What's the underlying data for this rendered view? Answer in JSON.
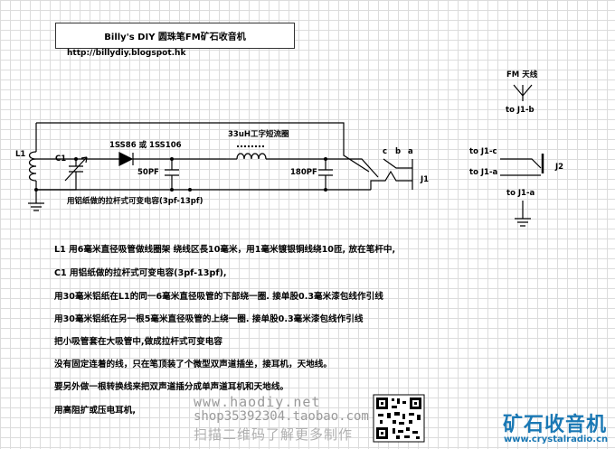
{
  "title": "Billy's DIY 圆珠笔FM矿石收音机",
  "url": "http://billydiy.blogspot.hk",
  "labels": {
    "coil": "L1",
    "cap1": "C1",
    "diode": "1SS86 或 1SS106",
    "cap50": "50PF",
    "inductor": "33uH工字短流圈",
    "cap180": "180PF",
    "pins": [
      "c",
      "b",
      "a"
    ],
    "jack1": "J1",
    "c1_note": "用铝纸做的拉杆式可变电容(3pf-13pf)",
    "antenna": "FM 天线",
    "to_j1b": "to J1-b",
    "to_j1c": "to J1-c",
    "to_j1a_top": "to J1-a",
    "jack2": "J2",
    "to_j1a_bot": "to J1-a"
  },
  "notes": [
    "L1 用6毫米直径吸管做线圈架 绕线区長10毫米，用1毫米镀银铜线绕10匝, 放在笔杆中,",
    "C1 用铝纸做的拉杆式可变电容(3pf-13pf),",
    "用30毫米铝纸在L1的同一6毫米直径吸管的下部绕一圈. 接单股0.3毫米漆包线作引线",
    "用30毫米铝纸在另一根5毫米直径吸管的上绕一圈. 接单股0.3毫米漆包线作引线",
    "把小吸管套在大吸管中,做成拉杆式可变电容",
    "没有固定连着的线，只在笔顶装了个微型双声道插坐，接耳机，天地线。",
    "要另外做一根转换线来把双声道插分成单声道耳机和天地线。",
    "用高阻扩或压电耳机,"
  ],
  "watermark": {
    "site": "www.haodiy.net",
    "shop": "shop35392304.taobao.com",
    "scan": "扫描二维码了解更多制作"
  },
  "brand": {
    "name": "矿石收音机",
    "url": "www.crystalradio.cn"
  }
}
